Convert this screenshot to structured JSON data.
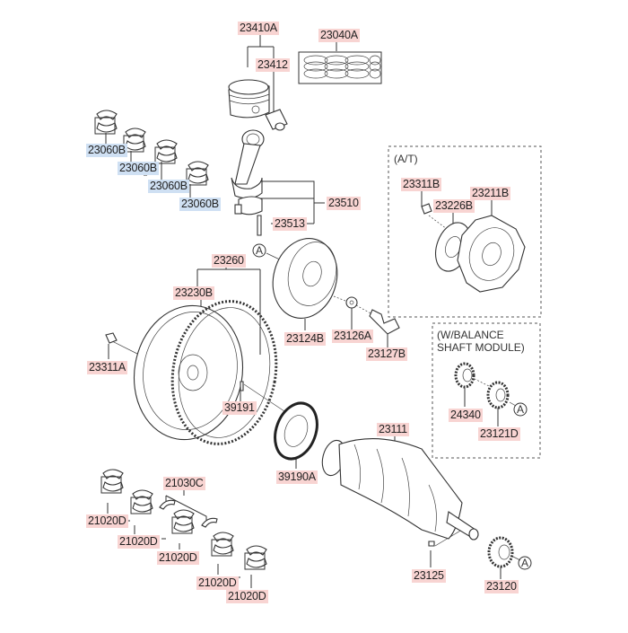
{
  "diagram": {
    "title": "Crankshaft & Piston Assembly Parts Diagram",
    "groups": {
      "automatic_transmission": {
        "note": "(A/T)"
      },
      "balance_shaft": {
        "note": "(W/BALANCE\nSHAFT MODULE)"
      }
    },
    "reference_marker": "A",
    "labels": {
      "p23410A": "23410A",
      "p23040A": "23040A",
      "p23412": "23412",
      "p23060B_1": "23060B",
      "p23060B_2": "23060B",
      "p23060B_3": "23060B",
      "p23060B_4": "23060B",
      "p23510": "23510",
      "p23513": "23513",
      "p23311B": "23311B",
      "p23226B": "23226B",
      "p23211B": "23211B",
      "p23260": "23260",
      "p23230B": "23230B",
      "p23311A": "23311A",
      "p23124B": "23124B",
      "p23126A": "23126A",
      "p23127B": "23127B",
      "p24340": "24340",
      "p23121D": "23121D",
      "p39191": "39191",
      "p39190A": "39190A",
      "p23111": "23111",
      "p21030C": "21030C",
      "p21020D_1": "21020D",
      "p21020D_2": "21020D",
      "p21020D_3": "21020D",
      "p21020D_4": "21020D",
      "p21020D_5": "21020D",
      "p23125": "23125",
      "p23120": "23120"
    },
    "colors": {
      "label_red_bg": "#f8d4d2",
      "label_blue_bg": "#cfe0f3",
      "line": "#333333"
    }
  }
}
